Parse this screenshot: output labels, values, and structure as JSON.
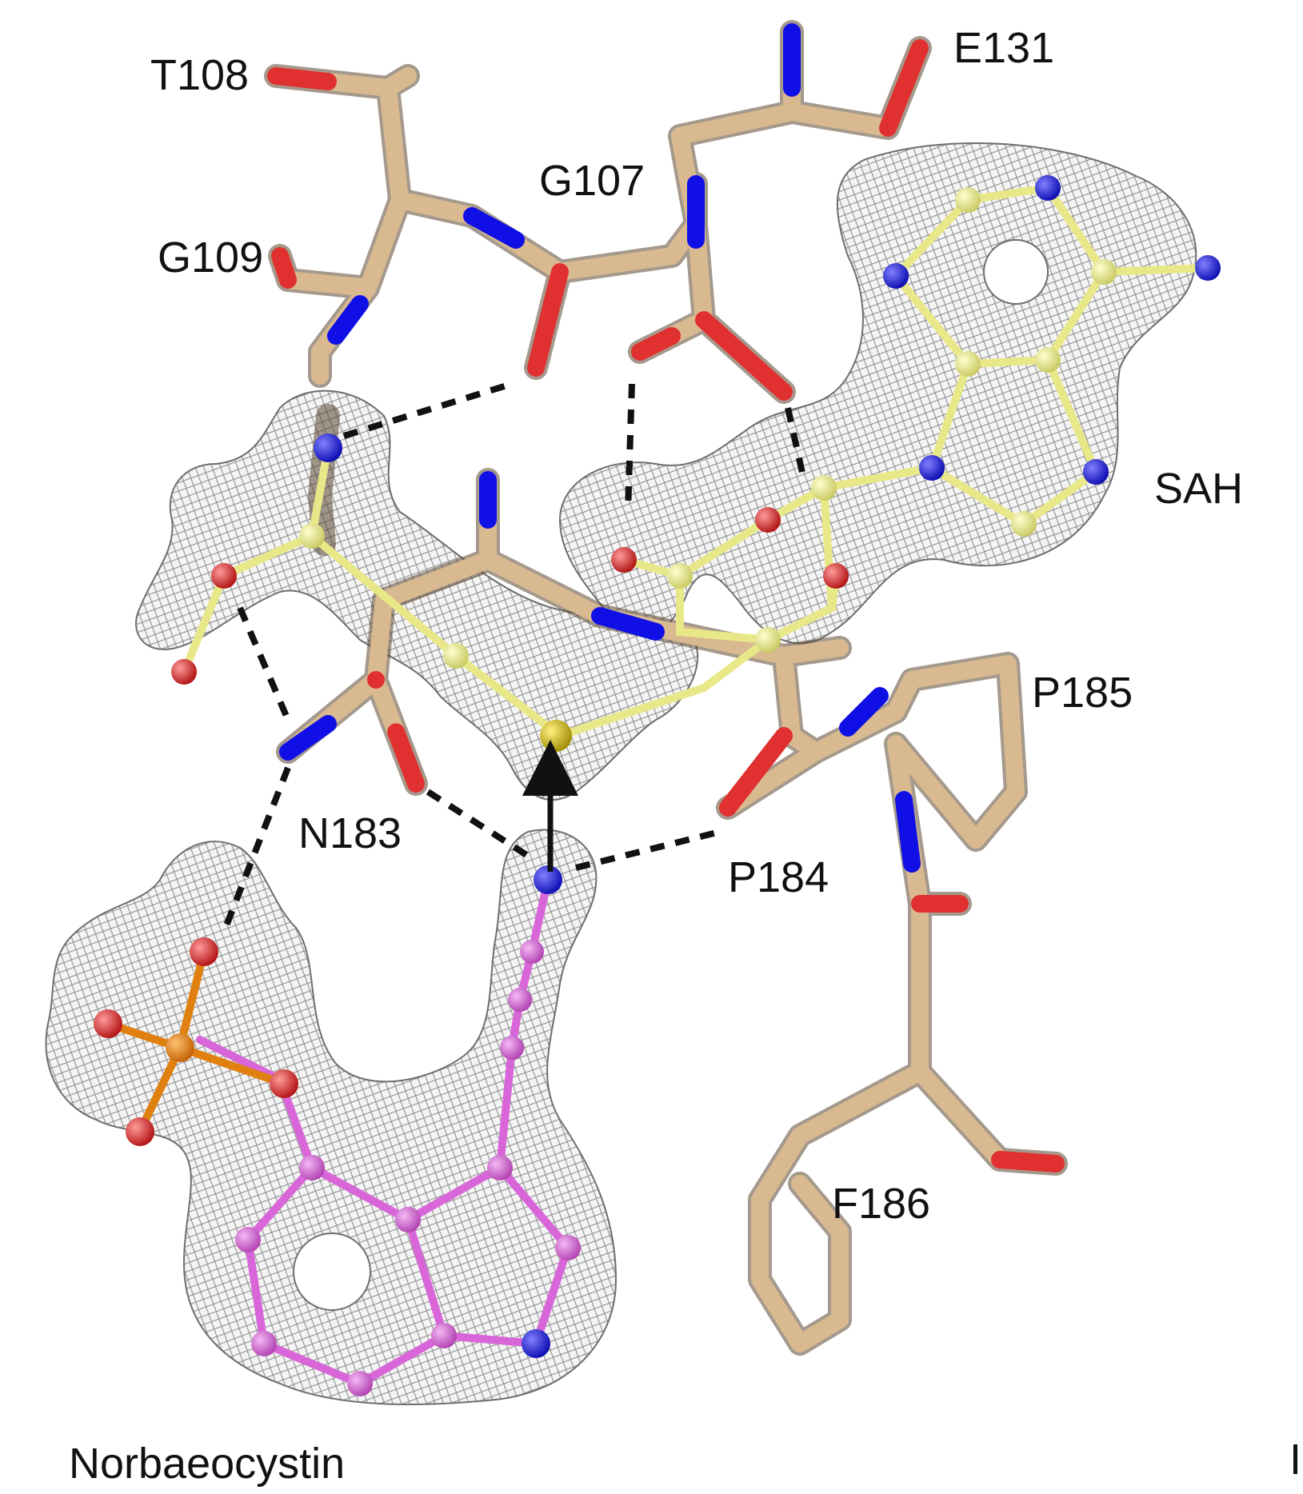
{
  "labels": {
    "t108": "T108",
    "e131": "E131",
    "g107": "G107",
    "g109": "G109",
    "sah": "SAH",
    "p185": "P185",
    "n183": "N183",
    "p184": "P184",
    "f186": "F186",
    "norbaeocystin": "Norbaeocystin",
    "edge_fragment": "I"
  },
  "colors": {
    "protein_carbon": "#d9b98f",
    "nitrogen": "#1010e6",
    "oxygen": "#e03030",
    "sulfur": "#c9b01c",
    "phosphorus": "#e08010",
    "sah_carbon": "#e8e888",
    "norbaeocystin_carbon": "#d966d9",
    "density_mesh": "#6e6e6e",
    "hbond": "#111111"
  }
}
